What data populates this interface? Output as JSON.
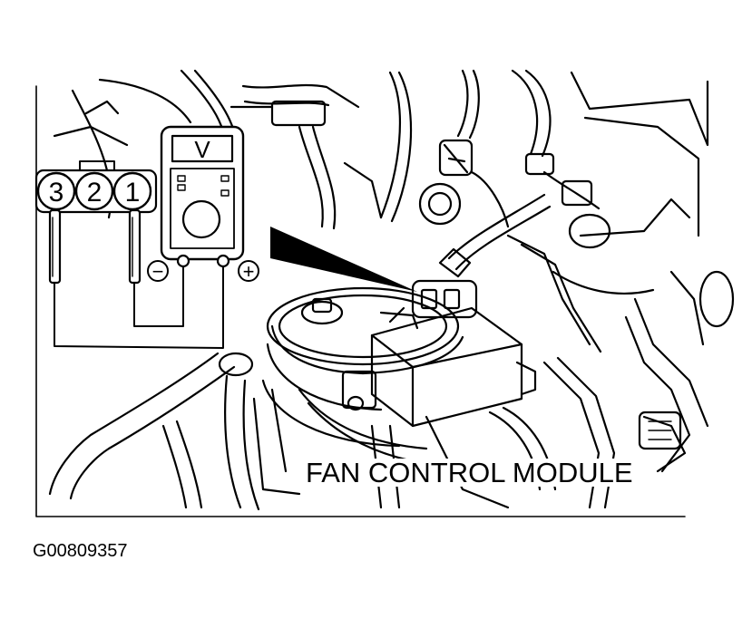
{
  "callout_label": "FAN CONTROL MODULE",
  "figure_id": "G00809357",
  "connector_pins": [
    "3",
    "2",
    "1"
  ],
  "meter": {
    "display_unit": "V",
    "negative_terminal": "−",
    "positive_terminal": "+"
  },
  "colors": {
    "line": "#000000",
    "background": "#ffffff"
  }
}
